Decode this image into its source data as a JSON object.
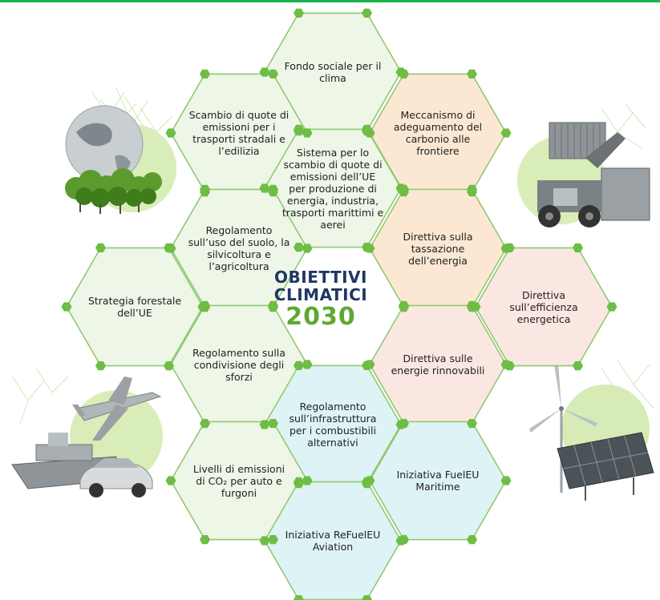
{
  "colors": {
    "top_bar": "#19b24b",
    "hex_stroke": "#8fc972",
    "node": "#6ebd45",
    "fill_green": "#eef6e7",
    "fill_orange": "#fce8d2",
    "fill_pink": "#fbe7e2",
    "fill_cyan": "#def3f5",
    "center_text": "#1f3764",
    "center_year": "#5da832"
  },
  "center": {
    "line1": "OBIETTIVI",
    "line2": "CLIMATICI",
    "line3": "2030"
  },
  "hexes": [
    {
      "id": "fondo",
      "fill": "fill_green",
      "text": "Fondo sociale per il clima"
    },
    {
      "id": "scambio-trasporti",
      "fill": "fill_green",
      "text": "Scambio di quote di emissioni per i trasporti stradali e l’edilizia"
    },
    {
      "id": "meccanismo",
      "fill": "fill_orange",
      "text": "Meccanismo di adeguamento del carbonio alle frontiere"
    },
    {
      "id": "sistema-ets",
      "fill": "fill_green",
      "text": "Sistema per lo scambio di quote di emissioni dell’UE per produzione di energia, industria, trasporti marittimi e aerei"
    },
    {
      "id": "uso-suolo",
      "fill": "fill_green",
      "text": "Regolamento sull’uso del suolo, la silvicoltura e l’agricoltura"
    },
    {
      "id": "tassazione",
      "fill": "fill_orange",
      "text": "Direttiva sulla tassazione dell’energia"
    },
    {
      "id": "forestale",
      "fill": "fill_green",
      "text": "Strategia forestale dell’UE"
    },
    {
      "id": "efficienza",
      "fill": "fill_pink",
      "text": "Direttiva sull’efficienza energetica"
    },
    {
      "id": "condivisione",
      "fill": "fill_green",
      "text": "Regolamento sulla condivisione degli sforzi"
    },
    {
      "id": "rinnovabili",
      "fill": "fill_pink",
      "text": "Direttiva sulle energie rinnovabili"
    },
    {
      "id": "infrastruttura",
      "fill": "fill_cyan",
      "text": "Regolamento sull’infrastruttura per i combustibili alternativi"
    },
    {
      "id": "co2-auto",
      "fill": "fill_green",
      "text": "Livelli di emissioni di CO₂ per auto e furgoni"
    },
    {
      "id": "fueleu",
      "fill": "fill_cyan",
      "text": "Iniziativa FuelEU Maritime"
    },
    {
      "id": "refueleu",
      "fill": "fill_cyan",
      "text": "Iniziativa ReFuelEU Aviation"
    }
  ],
  "illustrations": [
    {
      "id": "globe-trees",
      "icon": "globe-with-trees-icon"
    },
    {
      "id": "container-crane",
      "icon": "container-handler-icon"
    },
    {
      "id": "plane-ship-car",
      "icon": "plane-ship-car-icon"
    },
    {
      "id": "wind-solar",
      "icon": "wind-solar-icon"
    }
  ]
}
